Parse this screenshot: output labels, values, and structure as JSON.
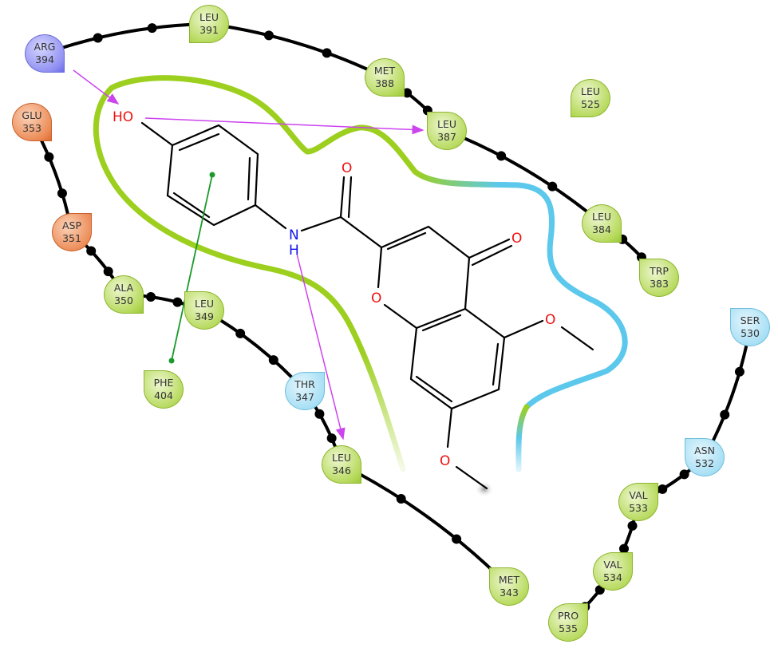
{
  "colors": {
    "hydrophobic": "#b5d95a",
    "positive": "#8f8ff2",
    "negative": "#ec8a55",
    "polar": "#a4def4",
    "hbond": "#cc44ee",
    "pi_stack": "#1a9a2a",
    "pocket_green": "#9ccf1e",
    "pocket_blue": "#5cc8ec"
  },
  "residues": [
    {
      "name": "ARG",
      "num": "394",
      "type": "pos"
    },
    {
      "name": "LEU",
      "num": "391",
      "type": "hyd"
    },
    {
      "name": "MET",
      "num": "388",
      "type": "hyd"
    },
    {
      "name": "LEU",
      "num": "525",
      "type": "hyd"
    },
    {
      "name": "LEU",
      "num": "387",
      "type": "hyd"
    },
    {
      "name": "GLU",
      "num": "353",
      "type": "neg"
    },
    {
      "name": "ASP",
      "num": "351",
      "type": "neg"
    },
    {
      "name": "ALA",
      "num": "350",
      "type": "hyd"
    },
    {
      "name": "LEU",
      "num": "349",
      "type": "hyd"
    },
    {
      "name": "PHE",
      "num": "404",
      "type": "hyd"
    },
    {
      "name": "THR",
      "num": "347",
      "type": "pol"
    },
    {
      "name": "LEU",
      "num": "346",
      "type": "hyd"
    },
    {
      "name": "LEU",
      "num": "384",
      "type": "hyd"
    },
    {
      "name": "TRP",
      "num": "383",
      "type": "hyd"
    },
    {
      "name": "SER",
      "num": "530",
      "type": "pol"
    },
    {
      "name": "ASN",
      "num": "532",
      "type": "pol"
    },
    {
      "name": "VAL",
      "num": "533",
      "type": "hyd"
    },
    {
      "name": "VAL",
      "num": "534",
      "type": "hyd"
    },
    {
      "name": "PRO",
      "num": "535",
      "type": "hyd"
    },
    {
      "name": "MET",
      "num": "343",
      "type": "hyd"
    }
  ],
  "molecule": {
    "labels": {
      "hydroxyl": "HO",
      "amide_O": "O",
      "amine_N": "N",
      "amine_H": "H",
      "ketone_O": "O",
      "ring_O": "O",
      "methoxy5_O": "O",
      "methoxy7_O": "O"
    }
  }
}
